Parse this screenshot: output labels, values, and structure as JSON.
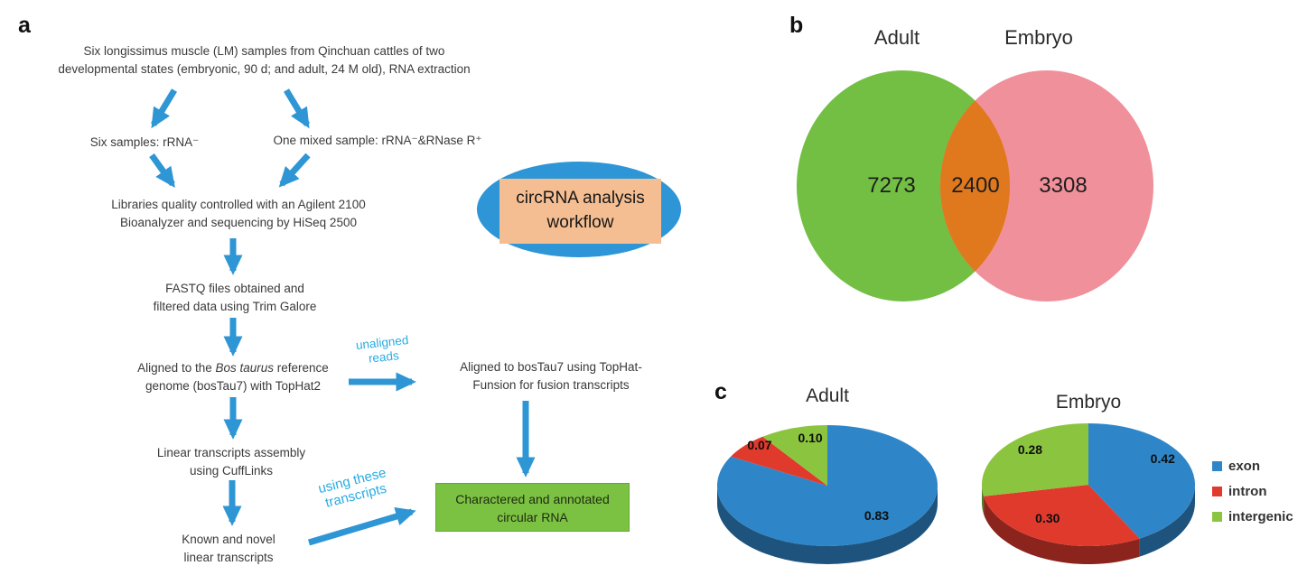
{
  "figure": {
    "panel_a_label": "a",
    "panel_b_label": "b",
    "panel_c_label": "c"
  },
  "flowchart": {
    "source_line1": "Six longissimus muscle (LM) samples from Qinchuan cattles of two",
    "source_line2": "developmental states (embryonic, 90 d; and adult, 24 M old), RNA extraction",
    "six_samples": "Six samples: rRNA⁻",
    "one_mixed": "One mixed sample: rRNA⁻&RNase R⁺",
    "libraries_line1": "Libraries quality controlled with an Agilent 2100",
    "libraries_line2": "Bioanalyzer and sequencing by HiSeq 2500",
    "fastq_line1": "FASTQ files obtained and",
    "fastq_line2": "filtered data using Trim Galore",
    "aligned_pre": "Aligned to the ",
    "aligned_italic": "Bos taurus",
    "aligned_post": " reference",
    "aligned_line2": "genome (bosTau7) with TopHat2",
    "fusion_line1": "Aligned to bosTau7 using TopHat-",
    "fusion_line2": "Funsion for fusion transcripts",
    "cufflinks_line1": "Linear transcripts assembly",
    "cufflinks_line2": "using CuffLinks",
    "known_line1": "Known and novel",
    "known_line2": "linear transcripts",
    "result_line1": "Charactered and annotated",
    "result_line2": "circular RNA",
    "badge_line1": "circRNA analysis",
    "badge_line2": "workflow",
    "edge_label_unaligned_line1": "unaligned",
    "edge_label_unaligned_line2": "reads",
    "edge_label_using_line1": "using these",
    "edge_label_using_line2": "transcripts",
    "arrow_color": "#2E96D4",
    "edge_label_color": "#29ABE2",
    "result_box_color": "#7CC242",
    "badge_ellipse_color": "#2E96D6",
    "badge_rect_color": "#F4BE92"
  },
  "chart_data": [
    {
      "type": "venn",
      "panel": "b",
      "set_labels": [
        "Adult",
        "Embryo"
      ],
      "left_only": 7273,
      "intersection": 2400,
      "right_only": 3308,
      "colors": {
        "left": "#72BF44",
        "right": "#F0909A",
        "overlap": "#E0791D"
      }
    },
    {
      "type": "pie",
      "panel": "c",
      "title": "Adult",
      "style": "3d",
      "labels": [
        "exon",
        "intron",
        "intergenic"
      ],
      "values": [
        0.83,
        0.07,
        0.1
      ],
      "colors": [
        "#2E86C8",
        "#E03A2D",
        "#8BC53F"
      ]
    },
    {
      "type": "pie",
      "panel": "c",
      "title": "Embryo",
      "style": "3d",
      "labels": [
        "exon",
        "intron",
        "intergenic"
      ],
      "values": [
        0.42,
        0.3,
        0.28
      ],
      "colors": [
        "#2E86C8",
        "#E03A2D",
        "#8BC53F"
      ]
    }
  ],
  "legend": {
    "items": [
      {
        "label": "exon",
        "color": "#2E86C8"
      },
      {
        "label": "intron",
        "color": "#E03A2D"
      },
      {
        "label": "intergenic",
        "color": "#8BC53F"
      }
    ]
  }
}
